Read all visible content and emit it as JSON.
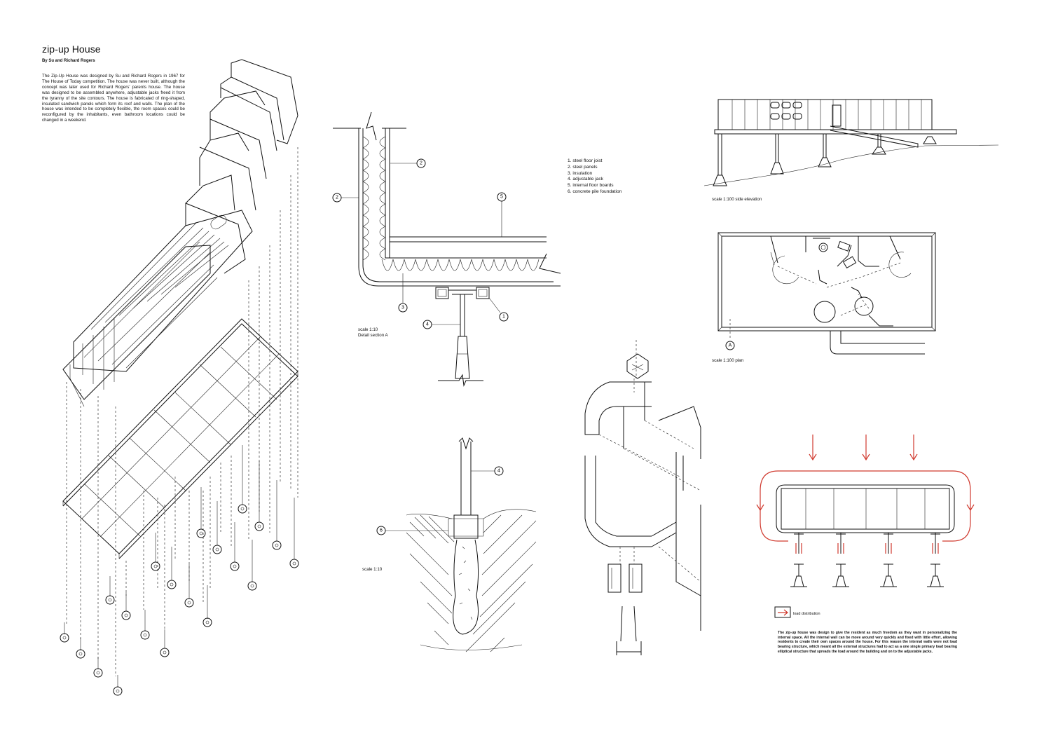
{
  "header": {
    "title": "zip-up House",
    "subtitle": "By Su and Richard Rogers",
    "intro": "The Zip-Up House was designed by Su and Richard Rogers in 1967 for The House of Today competition. The house was never built, although the concept was later used for Richard Rogers' parents house. The house was designed to be assembled anywhere, adjustable jacks freed it from the tyranny of the site contours. The house is fabricated of ring-shaped, insulated sandwich panels which form its roof and walls. The plan of the house was intended to be completely flexible, the room spaces could be reconfigured by the inhabitants, even bathroom locations could be changed in a weekend."
  },
  "legend": [
    "1. steel floor joist",
    "2. steel panels",
    "3. insulation",
    "4. adjustable jack",
    "5. internal floor boards",
    "6. concrete pile foundation"
  ],
  "detail_section": {
    "scale": "scale 1:10",
    "name": "Detail section A"
  },
  "foundation_detail": {
    "scale": "scale 1:10"
  },
  "side_elevation": {
    "caption": "scale 1:100  side elevation"
  },
  "plan": {
    "caption": "scale 1:100  plan",
    "section_marker": "A"
  },
  "callouts": {
    "one": "1",
    "two": "2",
    "three": "3",
    "four": "4",
    "five": "5",
    "six": "6"
  },
  "load_diagram": {
    "legend_label": "load distribution",
    "description": "The zip-up house was design to give the resident as much freedom as they want in personalizing the internal space. All the internal wall can be move around very quickly and fixed with little effort, allowing residents to create their own spaces around the house. For this reason the internal walls were not load bearing structure, which meant all the external structures had to act as a one single primary load bearing elliptical structure that spreads the load around the building and on to the adjustable jacks."
  },
  "colors": {
    "ink": "#111111",
    "load_arrow": "#d03a2f",
    "background": "#ffffff"
  }
}
